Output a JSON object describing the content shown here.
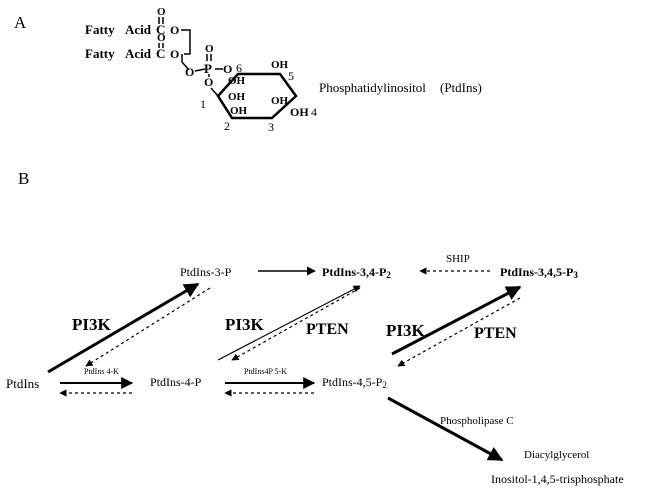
{
  "panels": {
    "a": "A",
    "b": "B"
  },
  "structure": {
    "fatty_acid_1": "Fatty",
    "acid_1": "Acid",
    "fatty_acid_2": "Fatty",
    "acid_2": "Acid",
    "c_atom": "C",
    "o_atom": "O",
    "p_atom": "P",
    "oh": "OH",
    "ring_numbers": [
      "1",
      "2",
      "3",
      "4",
      "5",
      "6"
    ],
    "name": "Phosphatidylinositol",
    "abbrev": "(PtdIns)"
  },
  "pathway": {
    "ptdins": "PtdIns",
    "ptdins3p": "PtdIns-3-P",
    "ptdins4p": "PtdIns-4-P",
    "ptdins34p2": "PtdIns-3,4-P",
    "ptdins45p2": "PtdIns-4,5-P",
    "ptdins345p3": "PtdIns-3,4,5-P",
    "sub2": "2",
    "sub3": "3",
    "ship": "SHIP",
    "pi3k": "PI3K",
    "pten": "PTEN",
    "kinase_4k": "PtdIns 4-K",
    "kinase_5k": "PtdIns4P 5-K",
    "plc": "Phospholipase C",
    "dag": "Diacylglycerol",
    "ip3": "Inositol-1,4,5-trisphosphate"
  }
}
